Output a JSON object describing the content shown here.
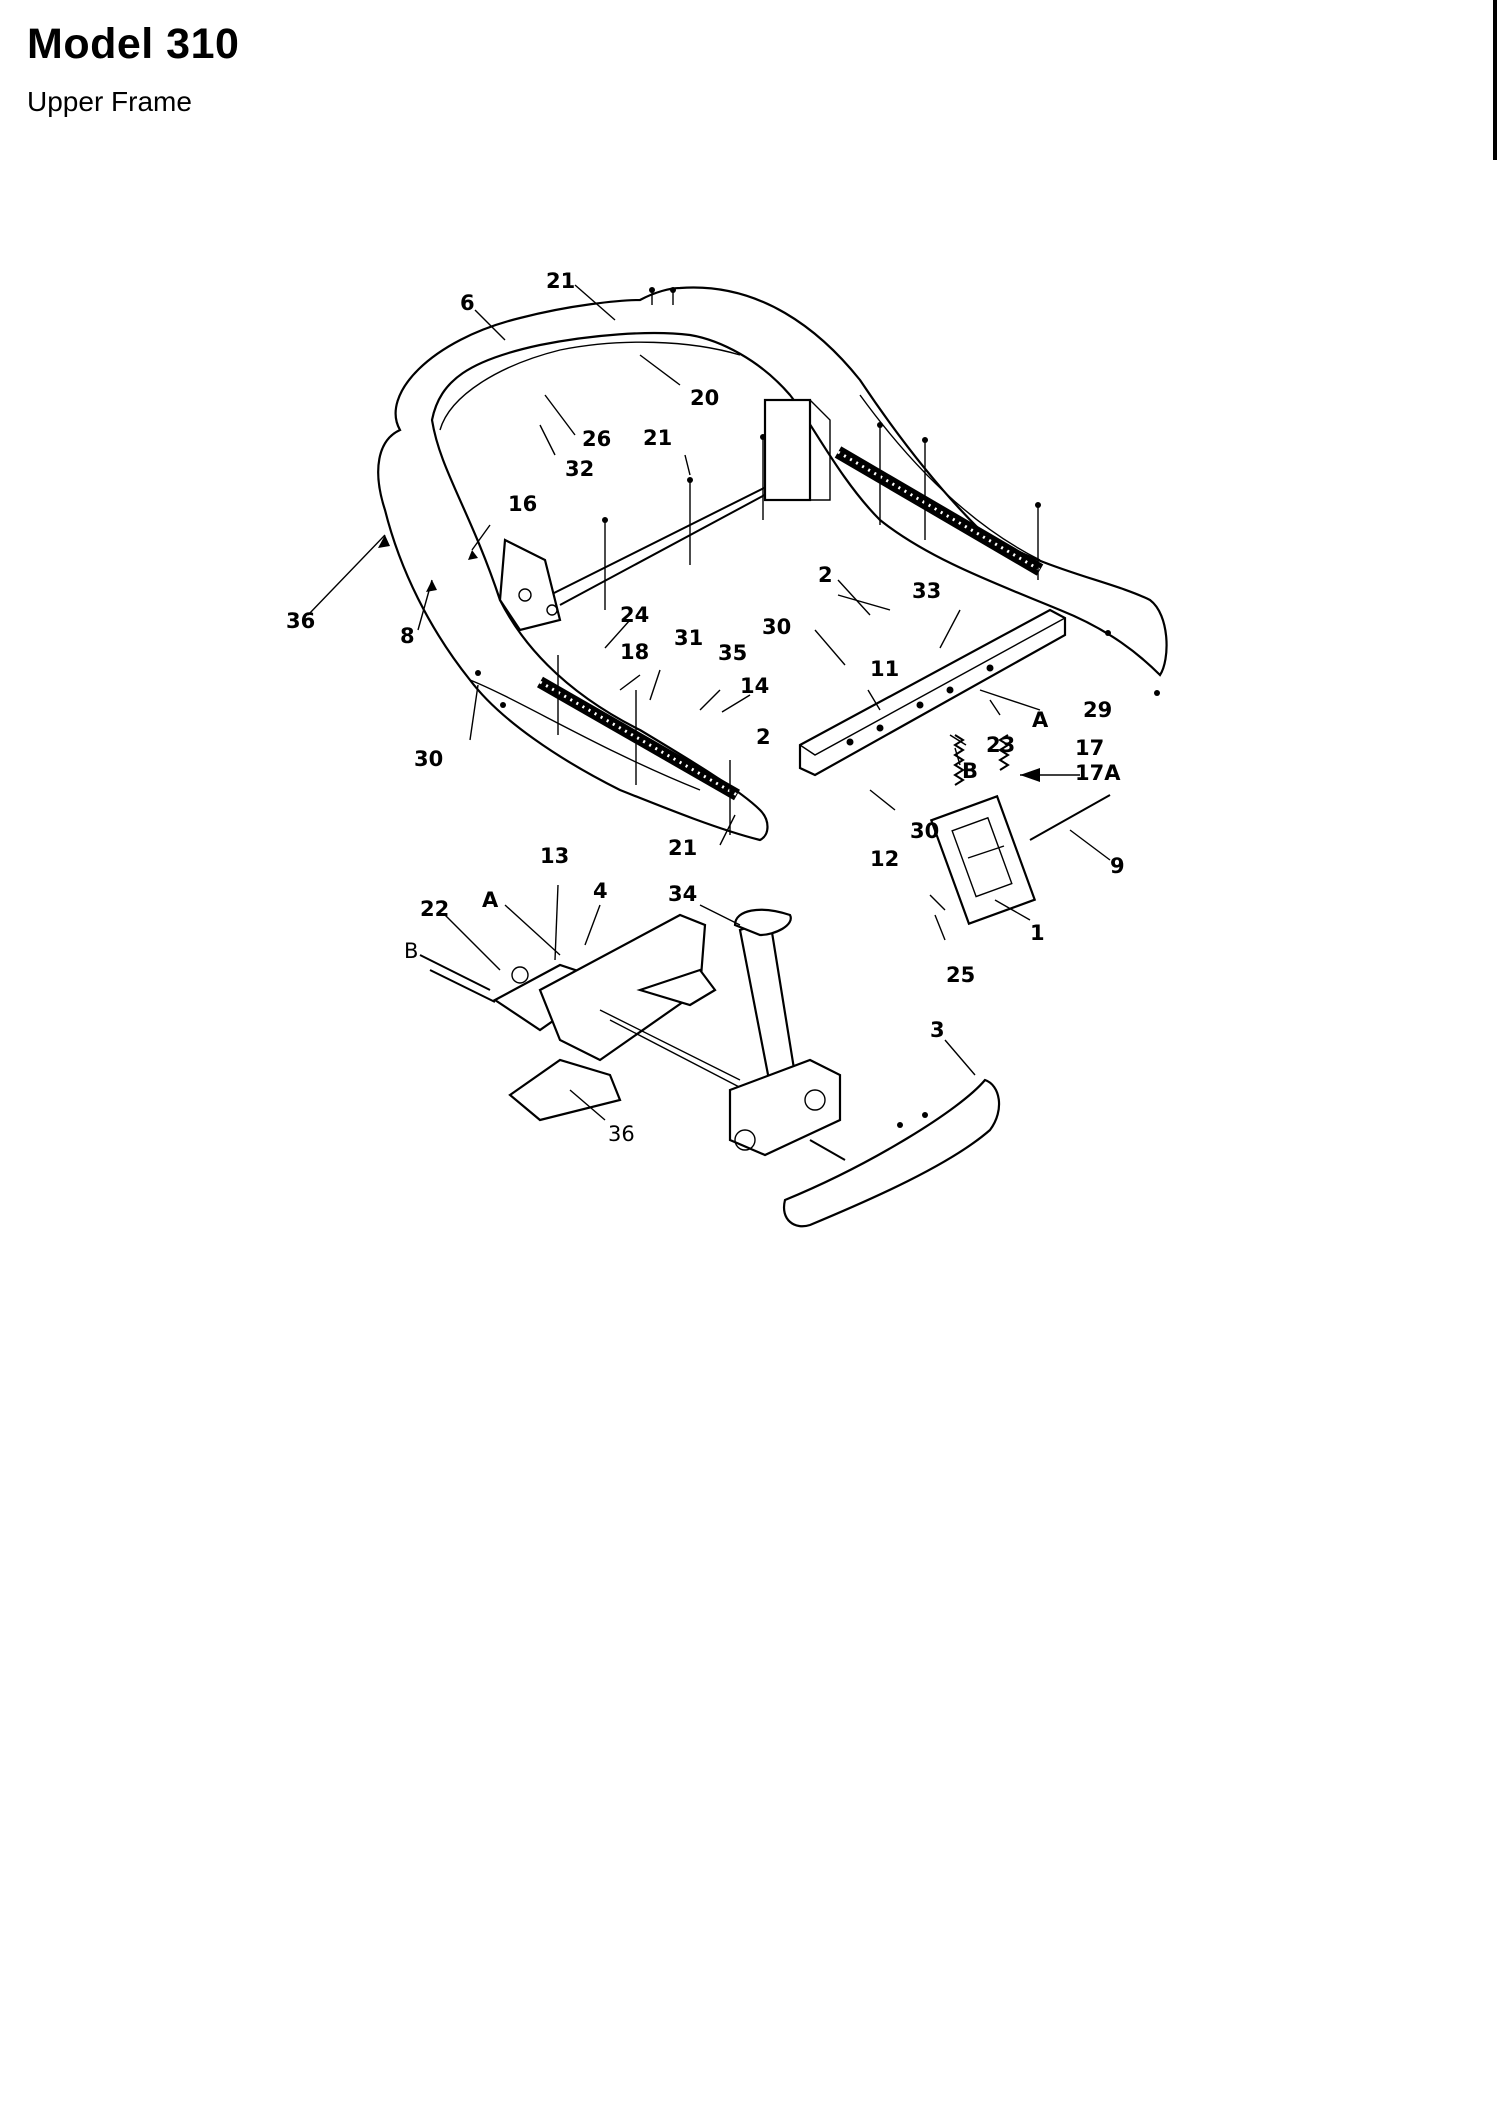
{
  "header": {
    "title": "Model 310",
    "subtitle": "Upper Frame"
  },
  "callouts": {
    "c1": "1",
    "c2a": "2",
    "c2b": "2",
    "c3": "3",
    "c4": "4",
    "c6": "6",
    "c8": "8",
    "c9": "9",
    "c11": "11",
    "c12": "12",
    "c13": "13",
    "c14": "14",
    "c16": "16",
    "c17": "17",
    "c17a": "17A",
    "c18": "18",
    "c20": "20",
    "c21a": "21",
    "c21b": "21",
    "c21c": "21",
    "c22": "22",
    "c23": "23",
    "c24": "24",
    "c25": "25",
    "c26": "26",
    "c29": "29",
    "c30a": "30",
    "c30b": "30",
    "c30c": "30",
    "c31": "31",
    "c32": "32",
    "c33": "33",
    "c34": "34",
    "c35": "35",
    "c36a": "36",
    "c36b": "36",
    "cA1": "A",
    "cA2": "A",
    "cB1": "B",
    "cB2": "B"
  }
}
